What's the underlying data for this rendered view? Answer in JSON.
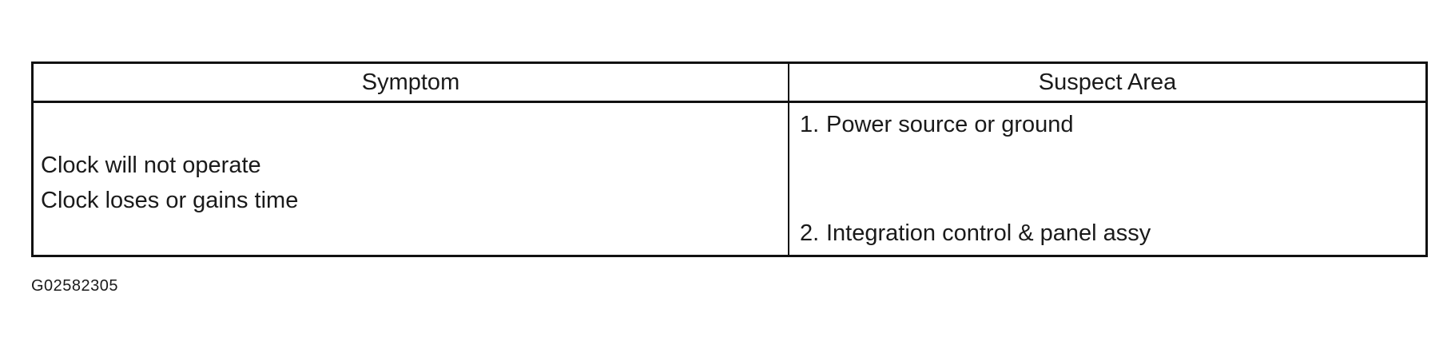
{
  "table": {
    "headers": {
      "symptom": "Symptom",
      "suspect_area": "Suspect Area"
    },
    "rows": [
      {
        "symptoms": [
          "Clock will not operate",
          "Clock loses or gains time"
        ],
        "suspect_areas": [
          {
            "number": "1.",
            "text": "Power source or ground"
          },
          {
            "number": "2.",
            "text": "Integration control & panel assy"
          }
        ]
      }
    ]
  },
  "figure_code": "G02582305"
}
